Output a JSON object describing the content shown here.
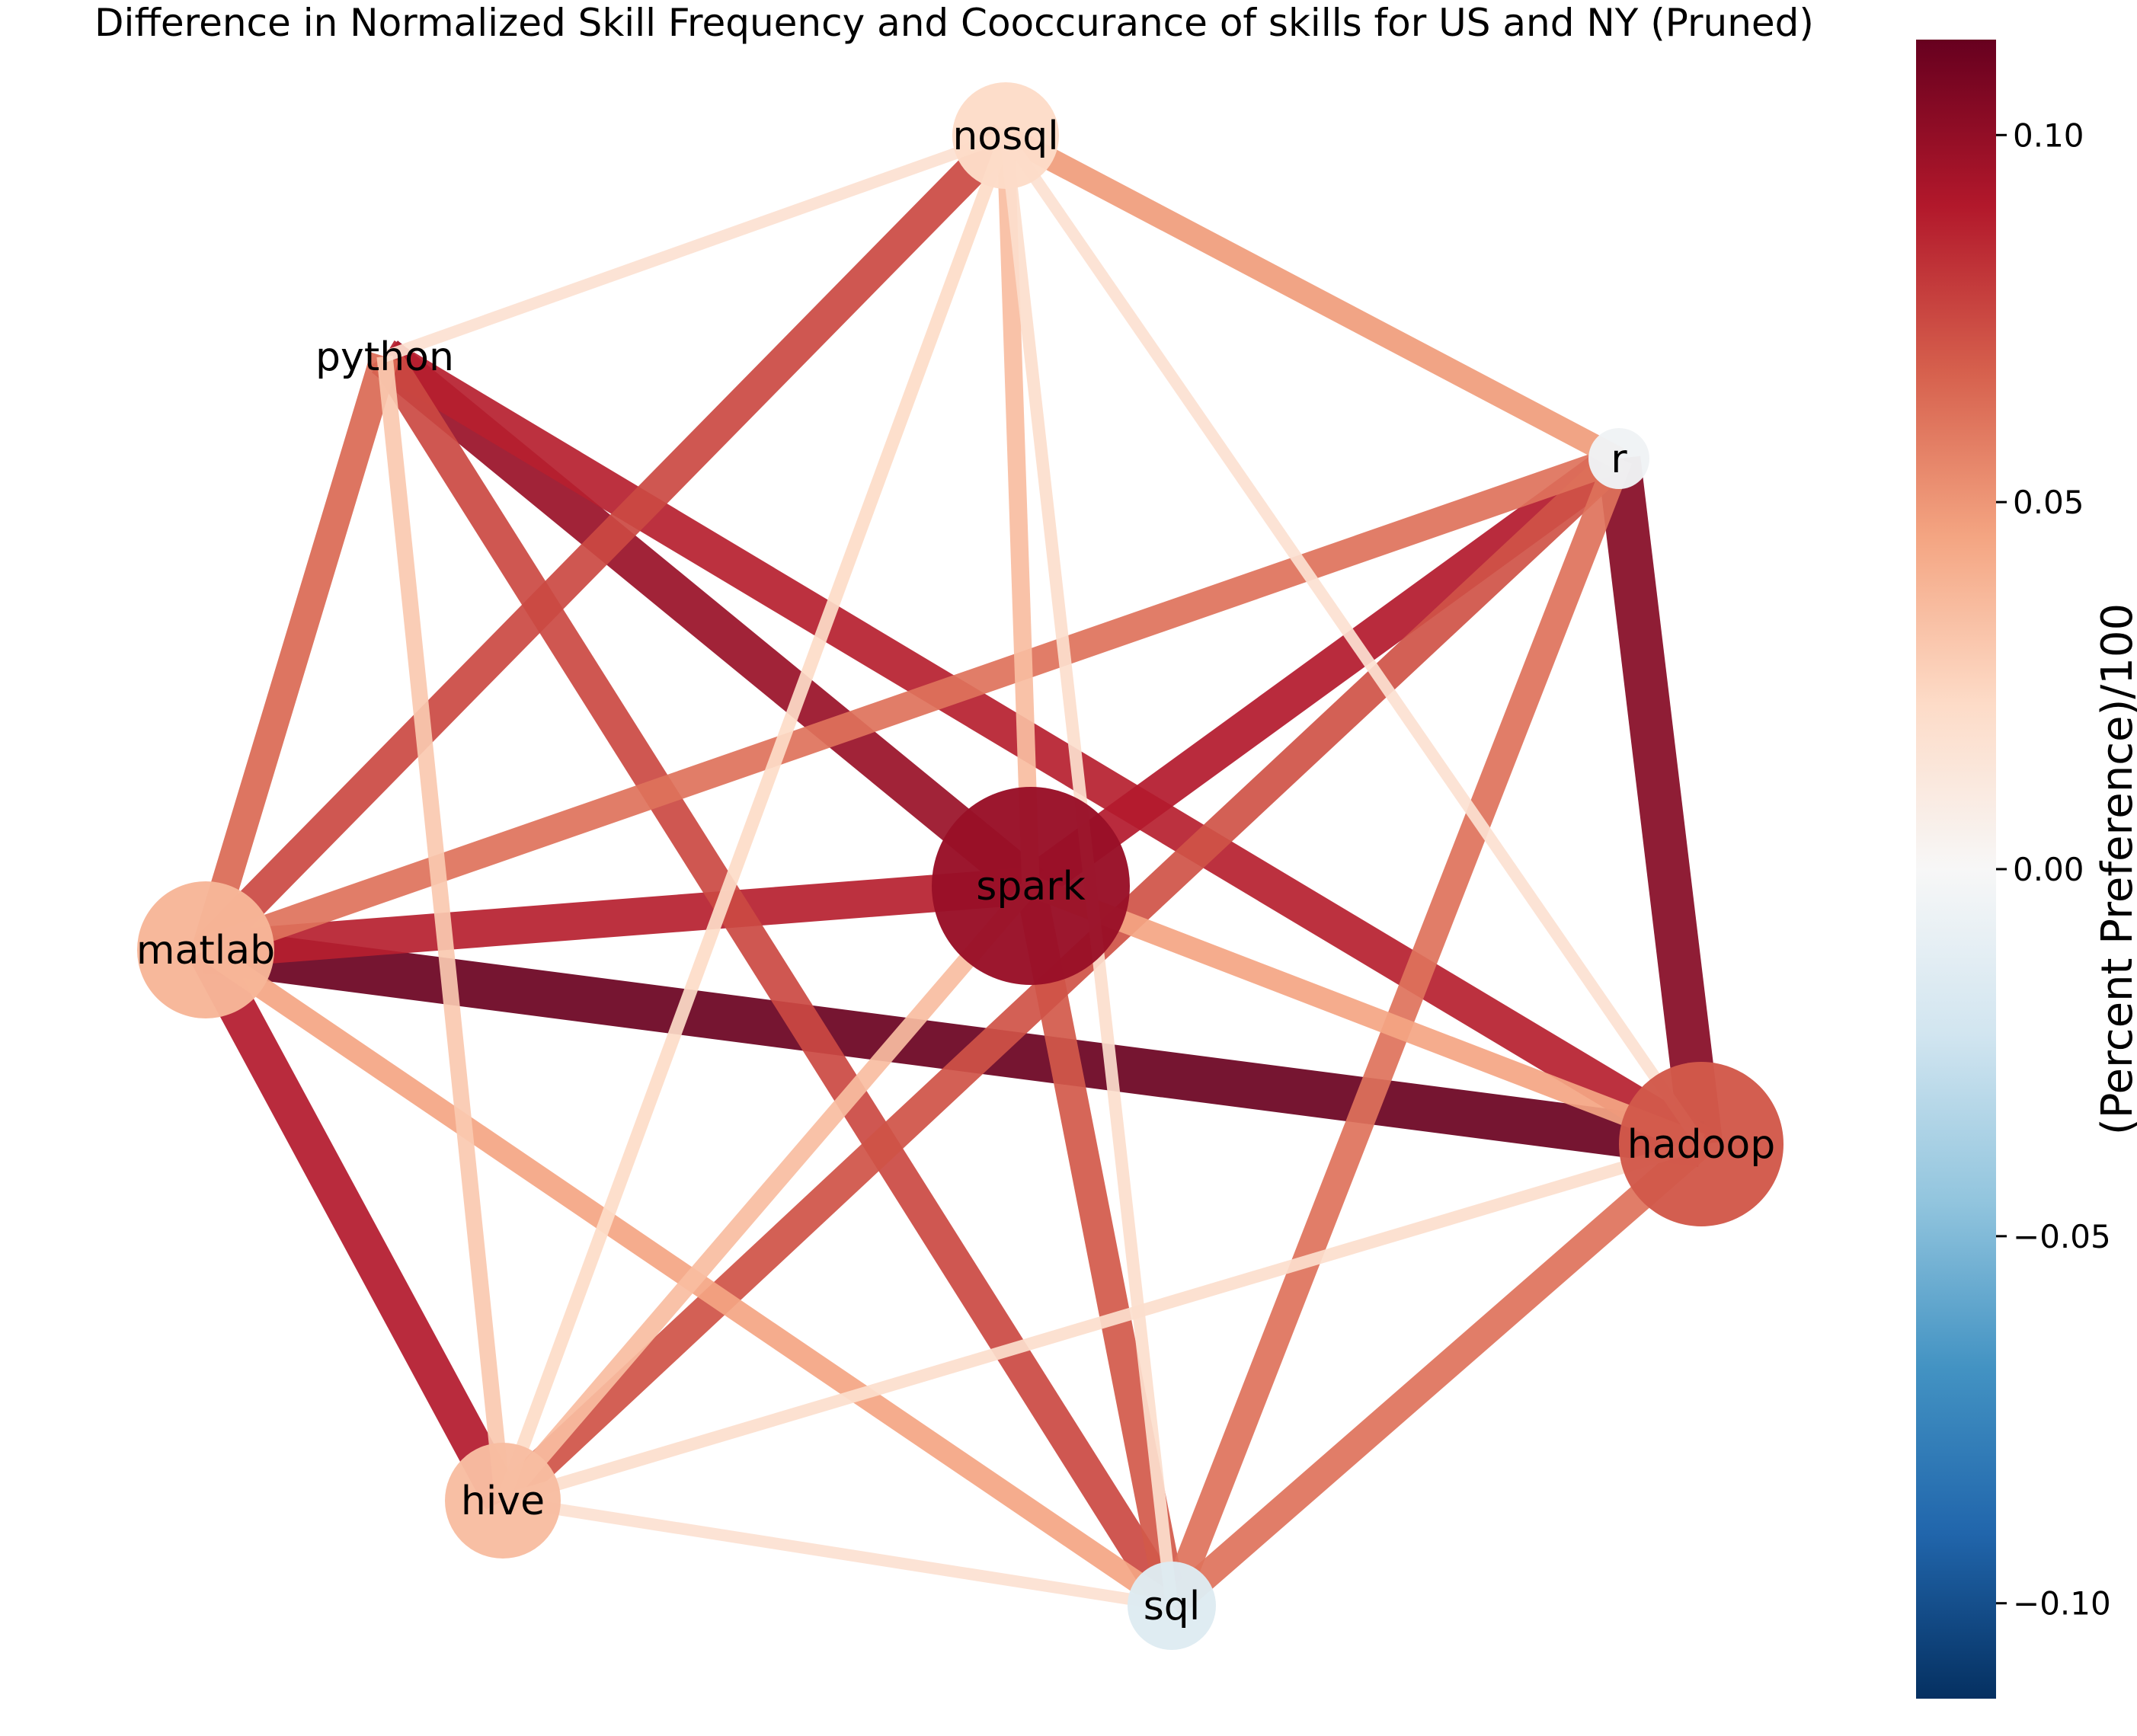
{
  "title": "Difference in Normalized Skill Frequency and Cooccurance of skills for US and NY (Pruned)",
  "nodes": [
    {
      "id": "nosql",
      "value": 0.022
    },
    {
      "id": "python",
      "value": 0.0
    },
    {
      "id": "r",
      "value": -0.005
    },
    {
      "id": "matlab",
      "value": 0.038
    },
    {
      "id": "spark",
      "value": 0.098
    },
    {
      "id": "hadoop",
      "value": 0.07
    },
    {
      "id": "hive",
      "value": 0.035
    },
    {
      "id": "sql",
      "value": -0.015
    }
  ],
  "edges": [
    {
      "source": "matlab",
      "target": "hadoop",
      "value": 0.112
    },
    {
      "source": "r",
      "target": "hadoop",
      "value": 0.104
    },
    {
      "source": "python",
      "target": "spark",
      "value": 0.098
    },
    {
      "source": "python",
      "target": "hadoop",
      "value": 0.088
    },
    {
      "source": "matlab",
      "target": "spark",
      "value": 0.088
    },
    {
      "source": "r",
      "target": "spark",
      "value": 0.09
    },
    {
      "source": "matlab",
      "target": "hive",
      "value": 0.09
    },
    {
      "source": "nosql",
      "target": "matlab",
      "value": 0.075
    },
    {
      "source": "python",
      "target": "sql",
      "value": 0.075
    },
    {
      "source": "spark",
      "target": "sql",
      "value": 0.07
    },
    {
      "source": "r",
      "target": "hive",
      "value": 0.072
    },
    {
      "source": "python",
      "target": "matlab",
      "value": 0.065
    },
    {
      "source": "r",
      "target": "matlab",
      "value": 0.062
    },
    {
      "source": "r",
      "target": "sql",
      "value": 0.062
    },
    {
      "source": "hadoop",
      "target": "sql",
      "value": 0.062
    },
    {
      "source": "nosql",
      "target": "r",
      "value": 0.048
    },
    {
      "source": "matlab",
      "target": "sql",
      "value": 0.045
    },
    {
      "source": "spark",
      "target": "hadoop",
      "value": 0.045
    },
    {
      "source": "nosql",
      "target": "spark",
      "value": 0.035
    },
    {
      "source": "spark",
      "target": "hive",
      "value": 0.035
    },
    {
      "source": "python",
      "target": "hive",
      "value": 0.03
    },
    {
      "source": "nosql",
      "target": "hive",
      "value": 0.022
    },
    {
      "source": "nosql",
      "target": "sql",
      "value": 0.02
    },
    {
      "source": "nosql",
      "target": "python",
      "value": 0.018
    },
    {
      "source": "nosql",
      "target": "hadoop",
      "value": 0.018
    },
    {
      "source": "hive",
      "target": "hadoop",
      "value": 0.02
    },
    {
      "source": "hive",
      "target": "sql",
      "value": 0.018
    }
  ],
  "colorbar": {
    "label": "(Percent Preference)/100",
    "ticks": [
      "0.10",
      "0.05",
      "0.00",
      "−0.05",
      "−0.10"
    ],
    "min": -0.113,
    "max": 0.113,
    "colormap": "RdBu_r"
  }
}
